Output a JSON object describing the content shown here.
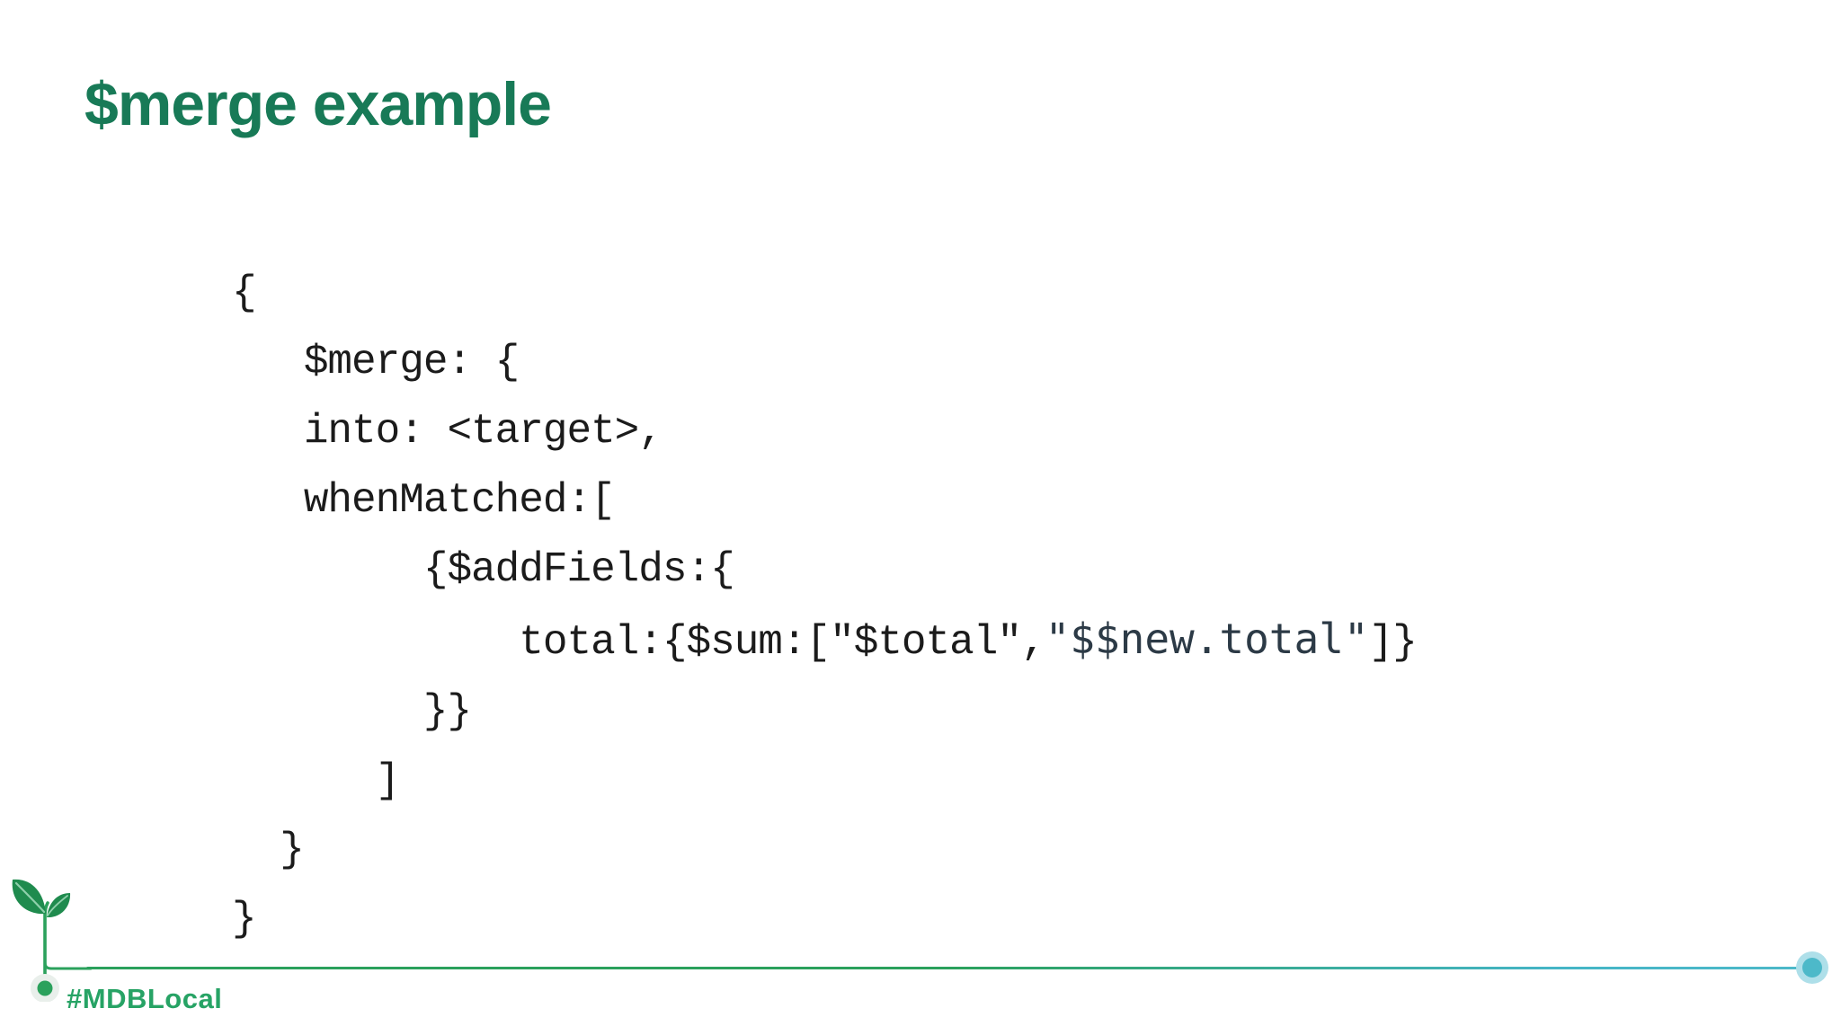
{
  "slide": {
    "title": "$merge example",
    "code": {
      "lines": [
        {
          "segments": [
            {
              "t": "{"
            }
          ]
        },
        {
          "segments": [
            {
              "t": "   $merge: {"
            }
          ]
        },
        {
          "segments": [
            {
              "t": "   into: <target>,"
            }
          ]
        },
        {
          "segments": [
            {
              "t": "   whenMatched:["
            }
          ]
        },
        {
          "segments": [
            {
              "t": "        {$addFields:{"
            }
          ]
        },
        {
          "segments": [
            {
              "t": "            total:{$sum:[\"$total\","
            },
            {
              "t": "\"$$new.total\"",
              "alt": true
            },
            {
              "t": "]}"
            }
          ]
        },
        {
          "segments": [
            {
              "t": "        }}"
            }
          ]
        },
        {
          "segments": [
            {
              "t": "      ]"
            }
          ]
        },
        {
          "segments": [
            {
              "t": "  }"
            }
          ]
        },
        {
          "segments": [
            {
              "t": "}"
            }
          ]
        }
      ]
    },
    "footer": {
      "hashtag": "#MDBLocal"
    },
    "icons": {
      "sprout": "sprout-icon",
      "start_dot": "footer-start-dot-icon",
      "end_dot": "footer-end-dot-icon"
    },
    "colors": {
      "title_green": "#187a57",
      "brand_green": "#2ba15c",
      "hashtag_green": "#27a365",
      "leaf_green": "#1f8b4e",
      "leaf_vein": "#8fd0ab",
      "teal": "#4db9c9",
      "teal_halo": "#aedfe9",
      "start_dot_halo": "#e9efeb",
      "code_text": "#1b1b1b",
      "code_alt_text": "#2c3a46",
      "background": "#ffffff"
    }
  }
}
